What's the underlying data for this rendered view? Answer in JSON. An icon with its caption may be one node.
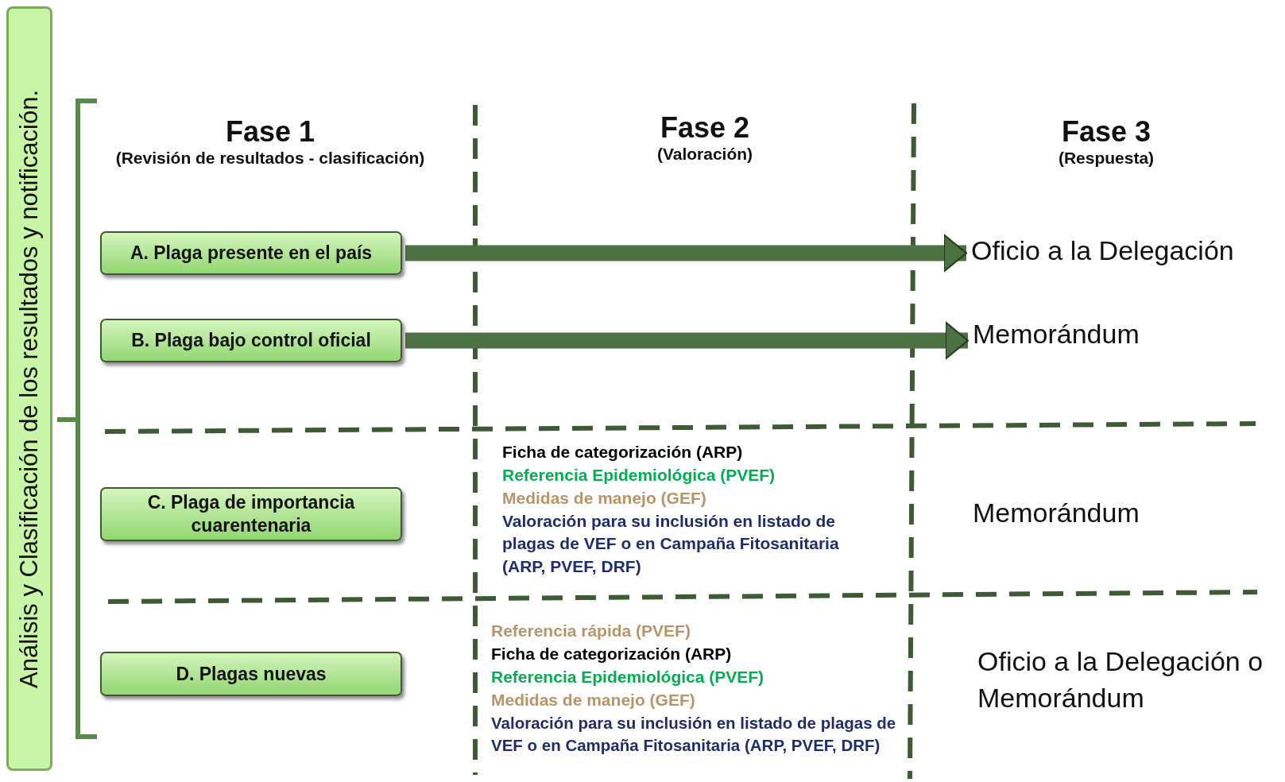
{
  "diagram": {
    "nodes": [
      {
        "text": [
          "Análisis y Clasificación de los resultados y notificación."
        ]
      },
      {
        "text": [
          "A. Plaga presente en el país"
        ]
      },
      {
        "text": [
          "B. Plaga bajo control oficial"
        ]
      },
      {
        "text": [
          "C. Plaga de importancia cuarentenaria"
        ]
      },
      {
        "text": [
          "D. Plagas nuevas"
        ]
      },
      {
        "text": [
          "Oficio a la Delegación"
        ]
      },
      {
        "text": [
          "Memorándum"
        ]
      }
    ],
    "edges": [
      {
        "from": 1,
        "to": 5,
        "arrow": "to"
      },
      {
        "from": 2,
        "to": 6,
        "arrow": "to"
      }
    ],
    "labels": [
      "Fase 1",
      "(Revisión de resultados - clasificación)",
      "Fase 2",
      "(Valoración)",
      "Fase 3",
      "(Respuesta)",
      "Ficha de categorización (ARP)",
      "Referencia Epidemiológica (PVEF)",
      "Medidas de manejo (GEF)",
      "Valoración para su inclusión en listado de plagas de VEF o en Campaña Fitosanitaria (ARP, PVEF, DRF)",
      "Memorándum",
      "Referencia rápida (PVEF)",
      "Ficha de categorización (ARP)",
      "Referencia Epidemiológica (PVEF)",
      "Medidas de manejo (GEF)",
      "Valoración para su inclusión en listado de plagas de VEF o en Campaña Fitosanitaria (ARP, PVEF, DRF)",
      "Oficio a la Delegación o Memorándum"
    ]
  }
}
